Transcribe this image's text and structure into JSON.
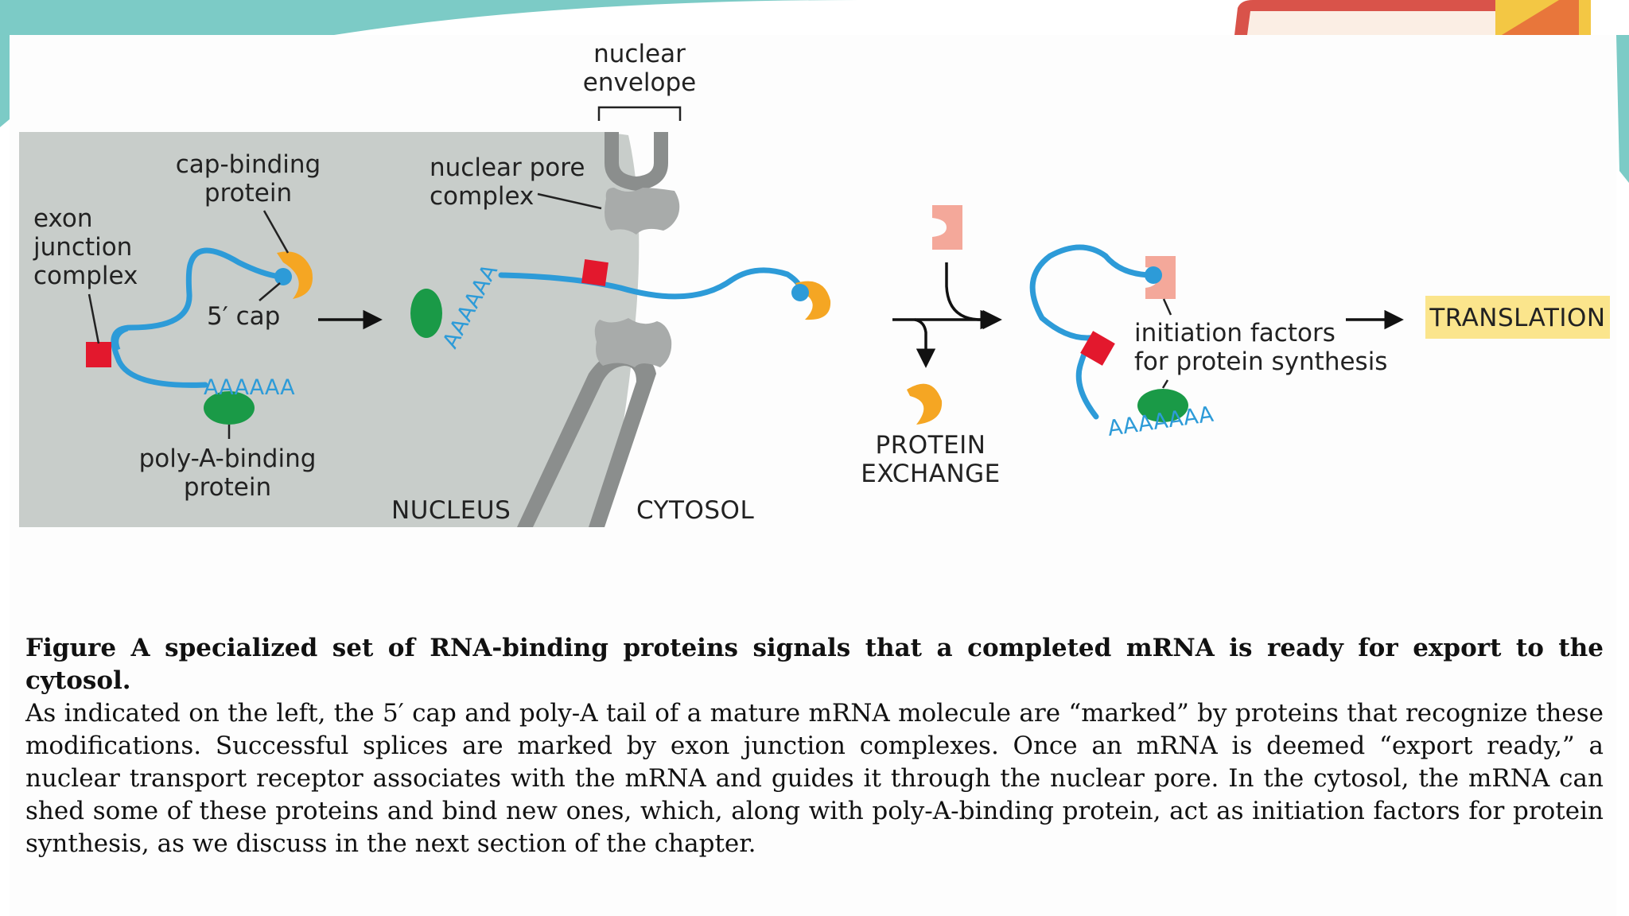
{
  "diagram": {
    "labels": {
      "nuclear_envelope_1": "nuclear",
      "nuclear_envelope_2": "envelope",
      "cap_binding_1": "cap-binding",
      "cap_binding_2": "protein",
      "exon_1": "exon",
      "exon_2": "junction",
      "exon_3": "complex",
      "five_cap": "5′ cap",
      "polya_binding_1": "poly-A-binding",
      "polya_binding_2": "protein",
      "nuclear_pore_1": "nuclear pore",
      "nuclear_pore_2": "complex",
      "nucleus": "NUCLEUS",
      "cytosol": "CYTOSOL",
      "protein_exchange_1": "PROTEIN",
      "protein_exchange_2": "EXCHANGE",
      "initiation_1": "initiation factors",
      "initiation_2": "for protein synthesis",
      "translation": "TRANSLATION",
      "polya_tail_1": "AAAAAA",
      "polya_tail_2": "AAAAAA",
      "polya_tail_3": "AAAAAAA"
    },
    "colors": {
      "nucleus_fill": "#c8cdca",
      "mrna": "#2d9bd8",
      "cap_binding": "#f5a623",
      "exon_junction": "#e3182d",
      "polya_binding": "#1a9a47",
      "pore": "#a8abaa",
      "envelope": "#8b8e8d",
      "initiation_factor": "#f4a89a",
      "translation_bg": "#fbe58c"
    }
  },
  "caption": {
    "title": "Figure A specialized set of RNA-binding proteins signals that a completed mRNA is ready for export to the cytosol.",
    "body": "As indicated on the left, the 5′ cap and poly-A tail of a mature mRNA molecule are “marked” by proteins that recognize these modifications. Successful splices are marked by exon junction complexes. Once an mRNA is deemed “export ready,” a nuclear transport receptor associates with the mRNA and guides it through the nuclear pore. In the cytosol, the mRNA can shed some of these proteins and bind new ones, which, along with poly-A-binding protein, act as initiation factors for protein synthesis, as we discuss in the next section of the chapter."
  }
}
